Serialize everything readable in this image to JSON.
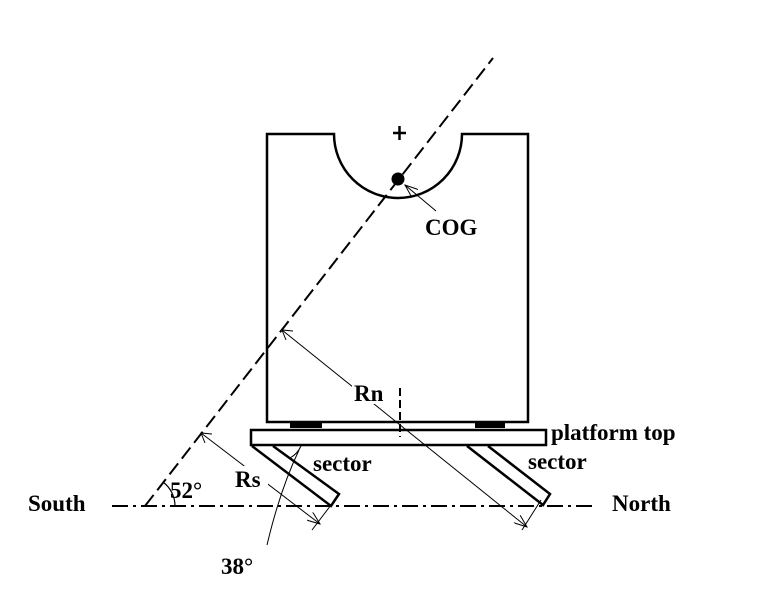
{
  "labels": {
    "cog": "COG",
    "rn": "Rn",
    "rs": "Rs",
    "platform_top": "platform top",
    "sector_left": "sector",
    "sector_right": "sector",
    "south": "South",
    "north": "North",
    "angle_52": "52°",
    "angle_38": "38°"
  },
  "colors": {
    "ink": "#000000",
    "background": "#ffffff"
  }
}
